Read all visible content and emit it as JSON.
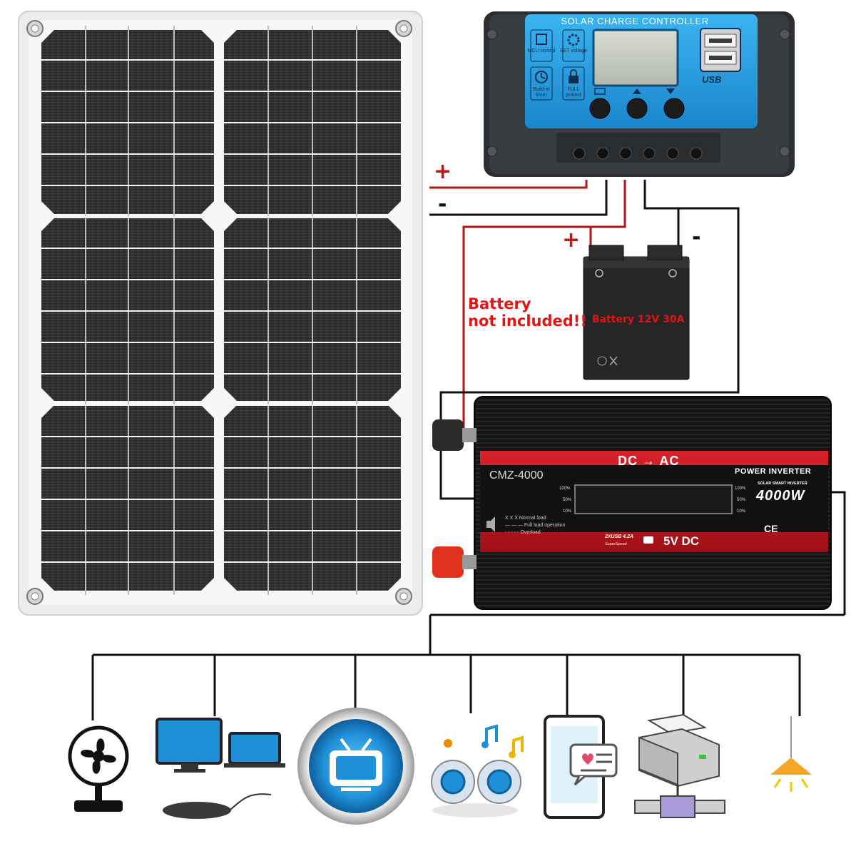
{
  "controller": {
    "title": "SOLAR CHARGE CONTROLLER",
    "mcu_label": "MCU control",
    "set_label": "SET voltage",
    "timer_label": "Build-in timer",
    "full_label": "FULL protect",
    "usb_label": "USB"
  },
  "wires": {
    "plus": "+",
    "minus": "-"
  },
  "battery": {
    "note_line1": "Battery",
    "note_line2": "not included!!",
    "label": "Battery  12V 30A"
  },
  "inverter": {
    "dc_ac": "DC → AC",
    "model": "CMZ-4000",
    "product": "POWER INVERTER",
    "subtitle": "SOLAR SMART INVERTER",
    "wattage": "4000W",
    "usb_spec": "2XUSB 4.2A",
    "usb_speed": "SuperSpeed",
    "output_5v": "5V DC",
    "pct_100": "100%",
    "pct_50": "50%",
    "pct_10": "10%",
    "legend_normal": "Normal load",
    "legend_full": "Full load operation",
    "legend_overload": "Overload",
    "cert": "CE"
  },
  "colors": {
    "panel_frame": "#e9e9e9",
    "panel_cell": "#2b2b2b",
    "controller_face": "#2aa6e6",
    "inverter_band": "#c3161c",
    "wire_positive": "#b11515",
    "wire_negative": "#111111",
    "icon_blue": "#1f8fd8"
  },
  "devices": [
    "fan-icon",
    "computer-icon",
    "tv-icon",
    "speaker-icon",
    "phone-icon",
    "printer-icon",
    "lamp-icon"
  ]
}
